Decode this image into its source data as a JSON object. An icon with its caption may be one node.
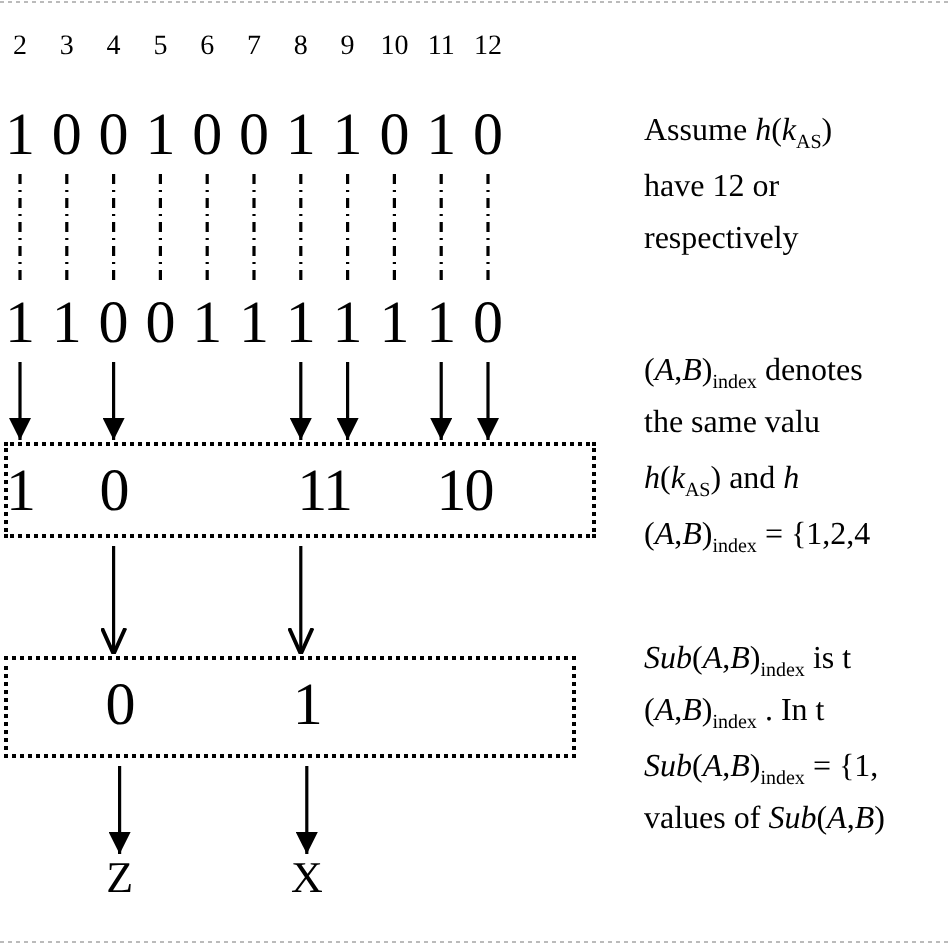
{
  "diagram": {
    "nodes": [
      {
        "text": [
          "1"
        ]
      },
      {
        "text": [
          "0"
        ]
      },
      {
        "text": [
          "0"
        ]
      },
      {
        "text": [
          "1"
        ]
      },
      {
        "text": [
          "0"
        ]
      },
      {
        "text": [
          "0"
        ]
      },
      {
        "text": [
          "1"
        ]
      },
      {
        "text": [
          "1"
        ]
      },
      {
        "text": [
          "0"
        ]
      },
      {
        "text": [
          "1"
        ]
      },
      {
        "text": [
          "0"
        ]
      },
      {
        "text": [
          "1"
        ]
      },
      {
        "text": [
          "1"
        ]
      },
      {
        "text": [
          "0"
        ]
      },
      {
        "text": [
          "0"
        ]
      },
      {
        "text": [
          "1"
        ]
      },
      {
        "text": [
          "1"
        ]
      },
      {
        "text": [
          "1"
        ]
      },
      {
        "text": [
          "1"
        ]
      },
      {
        "text": [
          "1"
        ]
      },
      {
        "text": [
          "1"
        ]
      },
      {
        "text": [
          "0"
        ]
      },
      {
        "text": [
          "1",
          "0",
          "11",
          "10"
        ]
      },
      {
        "text": [
          "0",
          "1"
        ]
      },
      {
        "text": [
          "Z"
        ]
      },
      {
        "text": [
          "X"
        ]
      }
    ],
    "edges": [
      {
        "from": 0,
        "to": 11,
        "arrow": "none",
        "style": "dashed"
      },
      {
        "from": 1,
        "to": 12,
        "arrow": "none",
        "style": "dashed"
      },
      {
        "from": 2,
        "to": 13,
        "arrow": "none",
        "style": "dashed"
      },
      {
        "from": 3,
        "to": 14,
        "arrow": "none",
        "style": "dashed"
      },
      {
        "from": 4,
        "to": 15,
        "arrow": "none",
        "style": "dashed"
      },
      {
        "from": 5,
        "to": 16,
        "arrow": "none",
        "style": "dashed"
      },
      {
        "from": 6,
        "to": 17,
        "arrow": "none",
        "style": "dashed"
      },
      {
        "from": 7,
        "to": 18,
        "arrow": "none",
        "style": "dashed"
      },
      {
        "from": 8,
        "to": 19,
        "arrow": "none",
        "style": "dashed"
      },
      {
        "from": 9,
        "to": 20,
        "arrow": "none",
        "style": "dashed"
      },
      {
        "from": 10,
        "to": 21,
        "arrow": "none",
        "style": "dashed"
      },
      {
        "from": 11,
        "to": 22,
        "arrow": "to"
      },
      {
        "from": 13,
        "to": 22,
        "arrow": "to"
      },
      {
        "from": 17,
        "to": 22,
        "arrow": "to"
      },
      {
        "from": 18,
        "to": 22,
        "arrow": "to"
      },
      {
        "from": 20,
        "to": 22,
        "arrow": "to"
      },
      {
        "from": 21,
        "to": 22,
        "arrow": "to"
      },
      {
        "from": 22,
        "to": 23,
        "arrow": "to"
      },
      {
        "from": 22,
        "to": 23,
        "arrow": "to"
      },
      {
        "from": 23,
        "to": 24,
        "arrow": "to"
      },
      {
        "from": 23,
        "to": 25,
        "arrow": "to"
      }
    ],
    "labels": [
      "2",
      "3",
      "4",
      "5",
      "6",
      "7",
      "8",
      "9",
      "10",
      "11",
      "12",
      "Assume *h*(*k*$_{AS}$)",
      "have 12 or",
      "respectively",
      "(*A*,*B*)$_{index}$ denotes",
      "the same valu",
      "*h*(*k*$_{AS}$) and *h*",
      "(*A*,*B*)$_{index}$ = {1,2,4",
      "*Sub*(*A*,*B*)$_{index}$ is t",
      "(*A*,*B*)$_{index}$ . In t",
      "*Sub*(*A*,*B*)$_{index}$ = {1,",
      "values of *Sub*(*A*,*B*)"
    ]
  }
}
